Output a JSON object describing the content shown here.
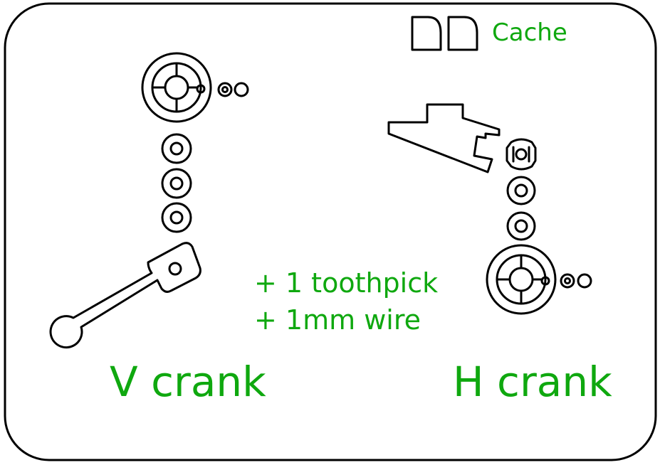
{
  "labels": {
    "cache": "Cache",
    "note_toothpick": "+ 1 toothpick",
    "note_wire": "+ 1mm wire",
    "v_crank": "V crank",
    "h_crank": "H crank"
  },
  "colors": {
    "label": "#0fa80f",
    "outline": "#000000",
    "background": "#ffffff"
  }
}
